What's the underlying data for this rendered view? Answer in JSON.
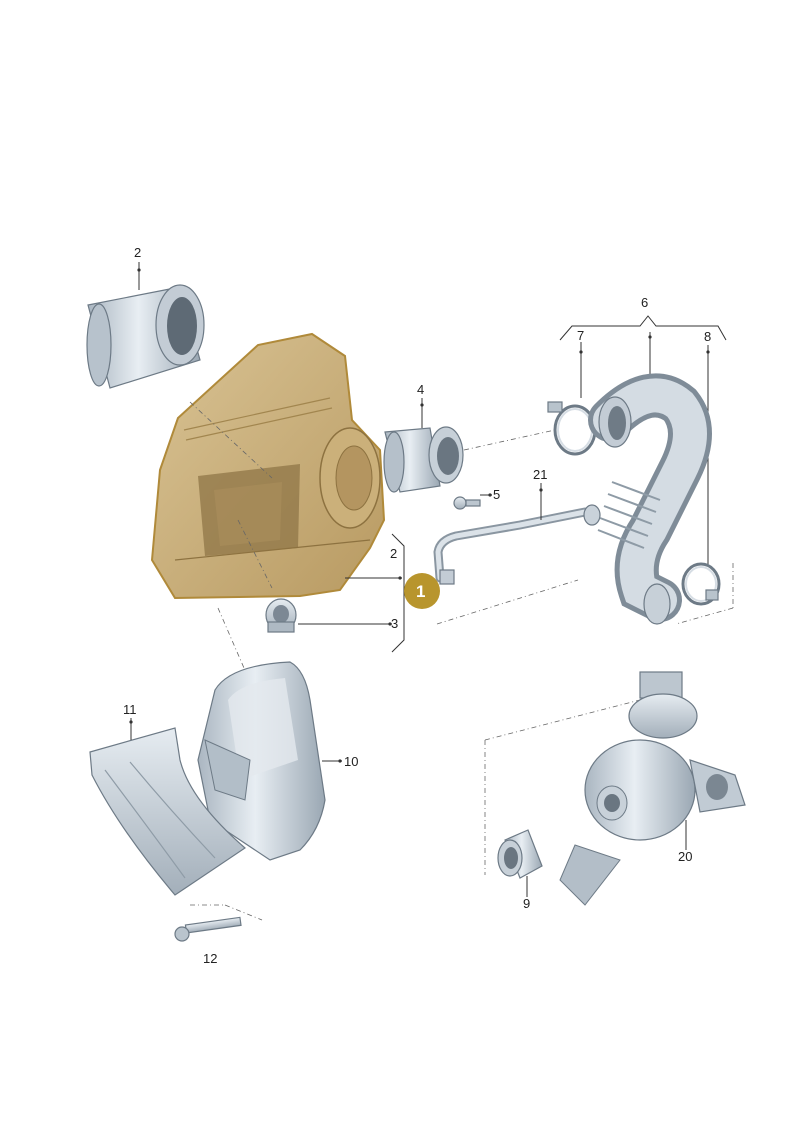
{
  "diagram": {
    "highlight_badge": {
      "label": "1",
      "color": "#b8952d"
    },
    "highlight_color": "#c9a868",
    "part_labels": {
      "p2_top": "2",
      "p2_mid": "2",
      "p3": "3",
      "p4": "4",
      "p5": "5",
      "p6": "6",
      "p7": "7",
      "p8": "8",
      "p9": "9",
      "p10": "10",
      "p11": "11",
      "p12": "12",
      "p20": "20",
      "p21": "21"
    }
  }
}
